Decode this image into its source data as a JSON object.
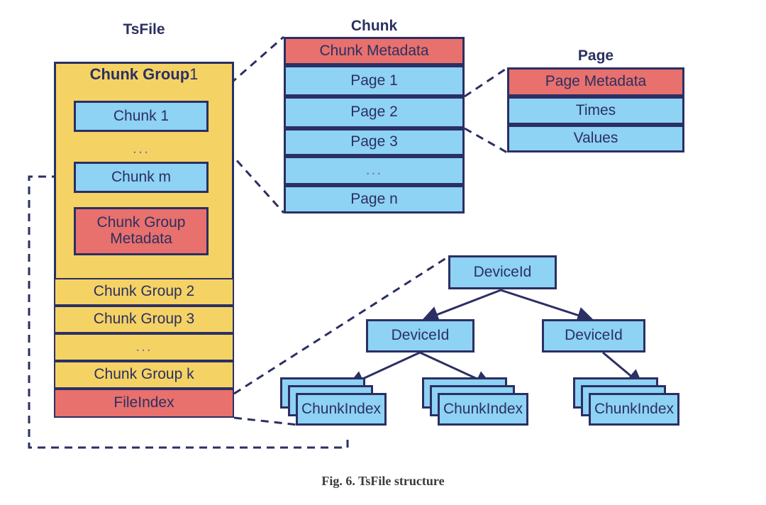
{
  "figure": {
    "caption": "Fig. 6.  TsFile structure",
    "colors": {
      "blue": "#8ed2f4",
      "red": "#e8706d",
      "yellow": "#f5d264",
      "stroke": "#2b2f63",
      "text": "#2b3060"
    }
  },
  "tsfile": {
    "title": "TsFile",
    "chunk_group_1": {
      "label_bold": "Chunk Group",
      "label_index": "1",
      "chunks": [
        {
          "label": "Chunk 1"
        },
        {
          "label": "Chunk m"
        }
      ],
      "chunk_ellipsis": "...",
      "metadata": "Chunk Group\nMetadata"
    },
    "rows": [
      {
        "label": "Chunk Group 2",
        "kind": "yellow"
      },
      {
        "label": "Chunk Group 3",
        "kind": "yellow"
      },
      {
        "label": "...",
        "kind": "yellow-ellipsis"
      },
      {
        "label": "Chunk Group k",
        "kind": "yellow"
      },
      {
        "label": "FileIndex",
        "kind": "red"
      }
    ]
  },
  "chunk": {
    "title": "Chunk",
    "rows": [
      {
        "label": "Chunk Metadata",
        "kind": "red"
      },
      {
        "label": "Page 1",
        "kind": "blue"
      },
      {
        "label": "Page 2",
        "kind": "blue"
      },
      {
        "label": "Page 3",
        "kind": "blue"
      },
      {
        "label": "...",
        "kind": "blue-ellipsis"
      },
      {
        "label": "Page n",
        "kind": "blue"
      }
    ]
  },
  "page": {
    "title": "Page",
    "rows": [
      {
        "label": "Page Metadata",
        "kind": "red"
      },
      {
        "label": "Times",
        "kind": "blue"
      },
      {
        "label": "Values",
        "kind": "blue"
      }
    ]
  },
  "index_tree": {
    "root": {
      "label": "DeviceId"
    },
    "level2": [
      {
        "label": "DeviceId"
      },
      {
        "label": "DeviceId"
      }
    ],
    "leaves": [
      {
        "label": "ChunkIndex"
      },
      {
        "label": "ChunkIndex"
      },
      {
        "label": "ChunkIndex"
      }
    ]
  }
}
